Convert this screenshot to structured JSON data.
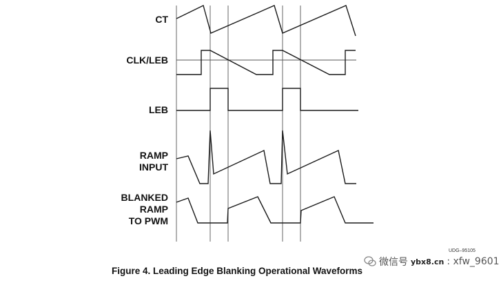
{
  "signals": {
    "ct": "CT",
    "clk_leb": "CLK/LEB",
    "leb": "LEB",
    "ramp_input": "RAMP\nINPUT",
    "blanked_ramp": "BLANKED\nRAMP\nTO  PWM"
  },
  "reference_code": "UDG–95105",
  "caption": "Figure 4. Leading Edge Blanking Operational Waveforms",
  "watermark": {
    "icon": "wechat-icon",
    "prefix": "微信号",
    "site": "ybx8.cn",
    "account": ": xfw_9601"
  },
  "colors": {
    "stroke": "#1a1a1a",
    "guide": "#666666",
    "text": "#111111"
  }
}
